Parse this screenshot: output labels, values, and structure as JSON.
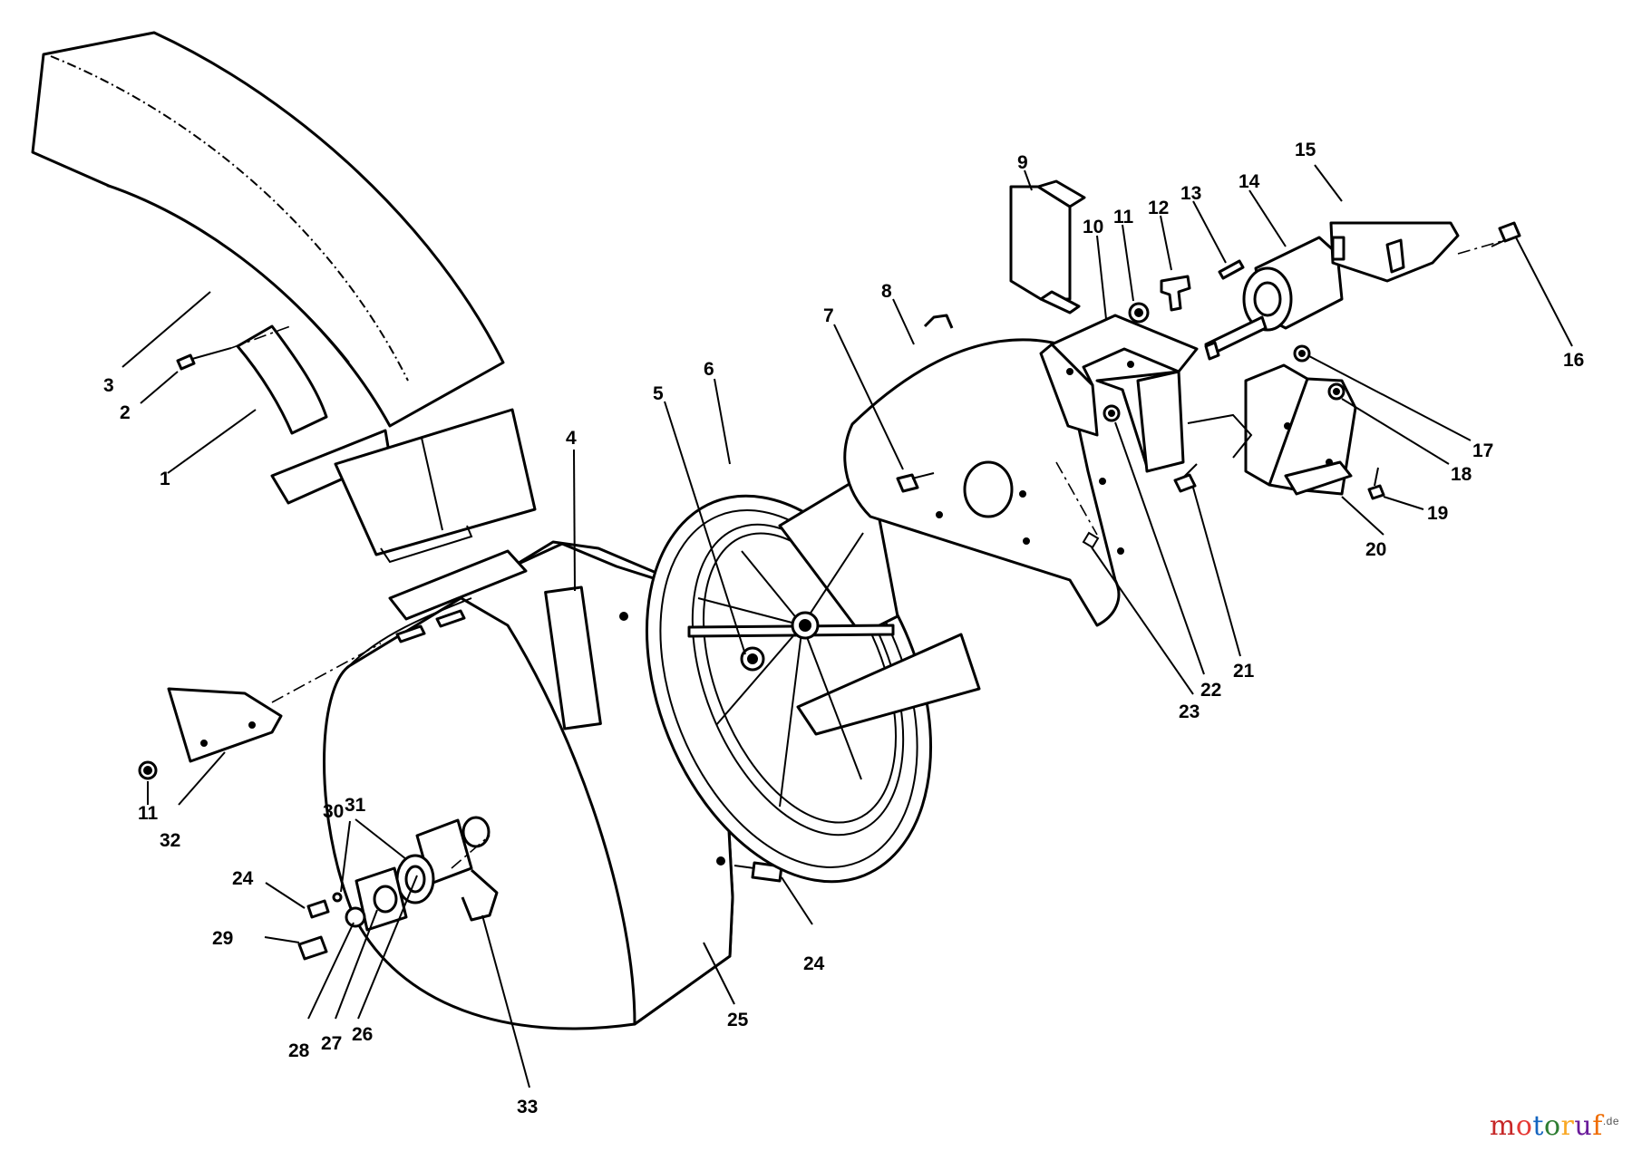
{
  "parts": {
    "discharge_chute_upper": "3",
    "screw_2": "2",
    "chute_bracket": "1",
    "housing_insert": "4",
    "bushing_5": "5",
    "impeller": "6",
    "screw_7": "7",
    "back_plate": "8",
    "bracket_9": "9",
    "mount_bracket_10": "10",
    "nut_11_top": "11",
    "wing_knob": "12",
    "pin_13": "13",
    "motor": "14",
    "guard_15": "15",
    "screw_16": "16",
    "nut_17": "17",
    "nut_18": "18",
    "screw_19": "19",
    "bracket_20": "20",
    "screw_21": "21",
    "nut_22": "22",
    "clip_23": "23",
    "screw_24_left": "24",
    "screw_24_right": "24",
    "housing_25": "25",
    "bearing_26": "26",
    "flange_27": "27",
    "washer_28": "28",
    "bolt_29": "29",
    "washer_30": "30",
    "flange_31": "31",
    "deflector_32": "32",
    "nut_11_bottom": "11",
    "bracket_33": "33"
  },
  "watermark": {
    "brand": "motoruf",
    "suffix": ".de",
    "colors": [
      "#c62828",
      "#e53935",
      "#1565c0",
      "#2e7d32",
      "#f9a825",
      "#6a1b9a",
      "#ef6c00"
    ]
  }
}
